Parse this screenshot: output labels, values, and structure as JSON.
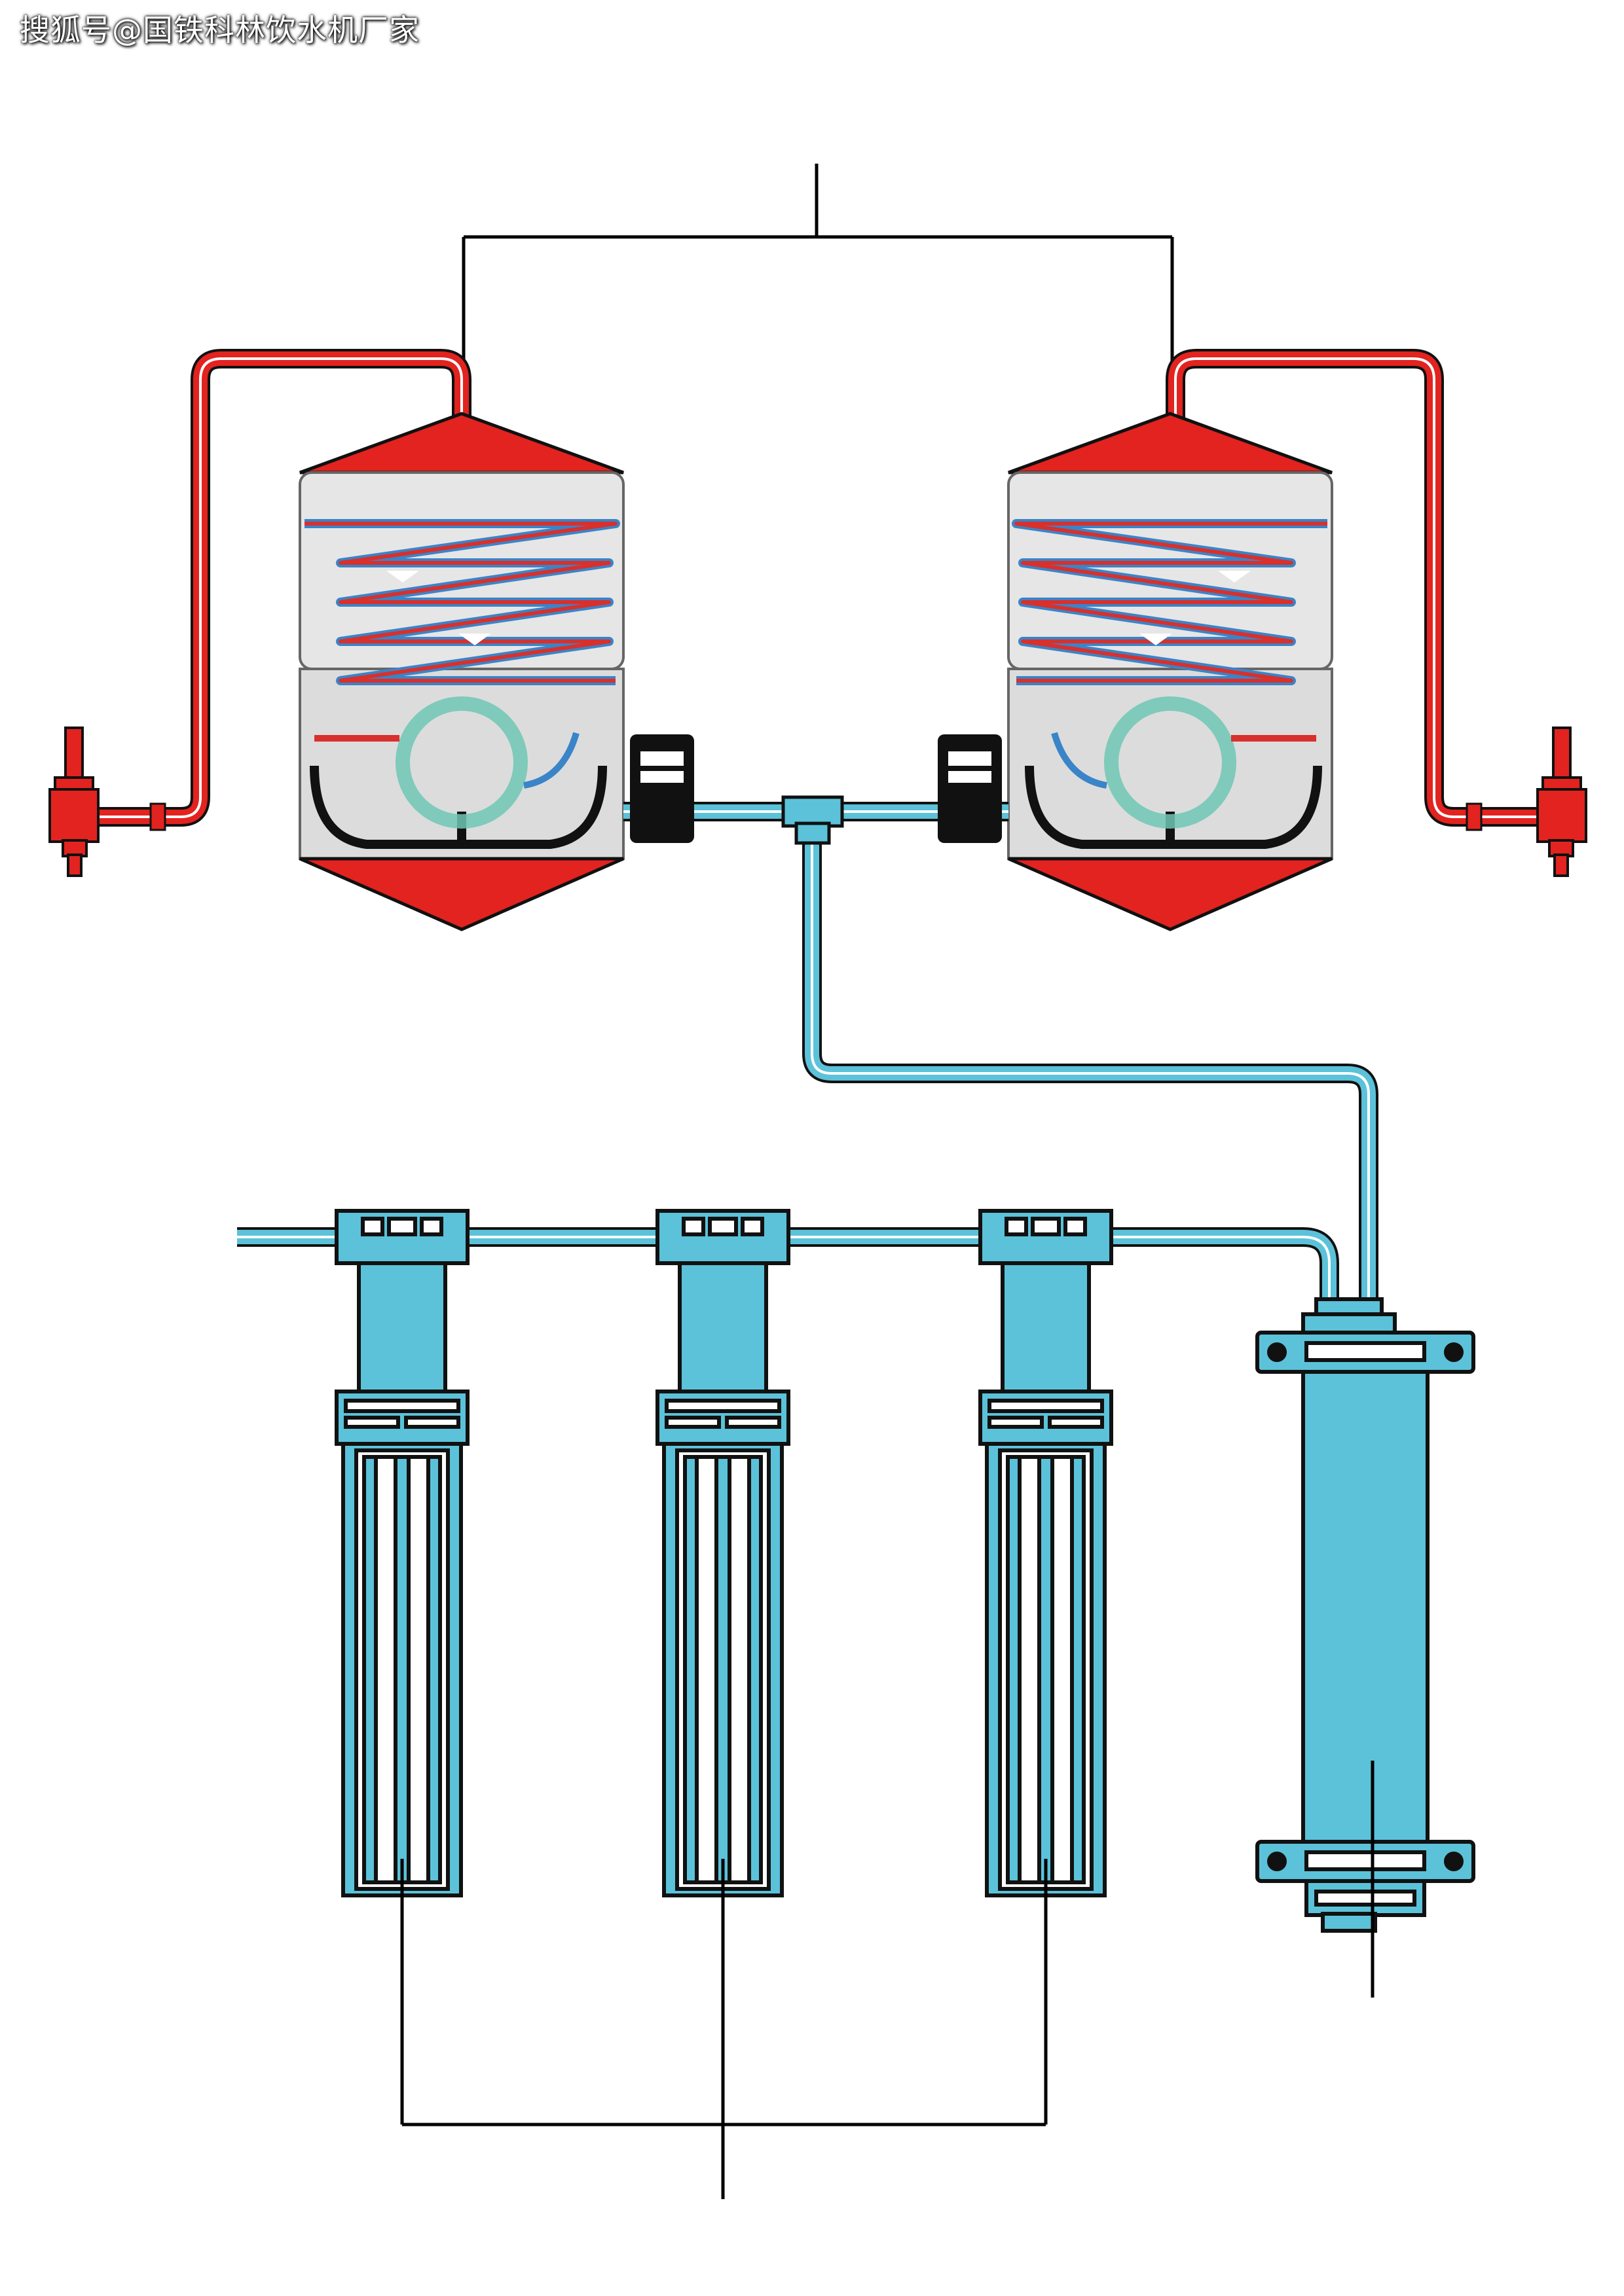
{
  "watermark": {
    "text": "搜狐号@国铁科林饮水机厂家"
  },
  "colors": {
    "hot_pipe": "#e2231f",
    "water_pipe": "#5bc2d9",
    "outline": "#111111",
    "tank_body": "#e6e6e6",
    "tank_bottom": "#e2231f",
    "coil_red": "#d8302c",
    "coil_blue": "#3a84c8",
    "valve": "#111111",
    "leader_line": "#000000"
  },
  "components": {
    "heater_tanks": 2,
    "faucets": 2,
    "solenoid_valves": 2,
    "prefilters": 3,
    "membrane_housing": 1
  }
}
